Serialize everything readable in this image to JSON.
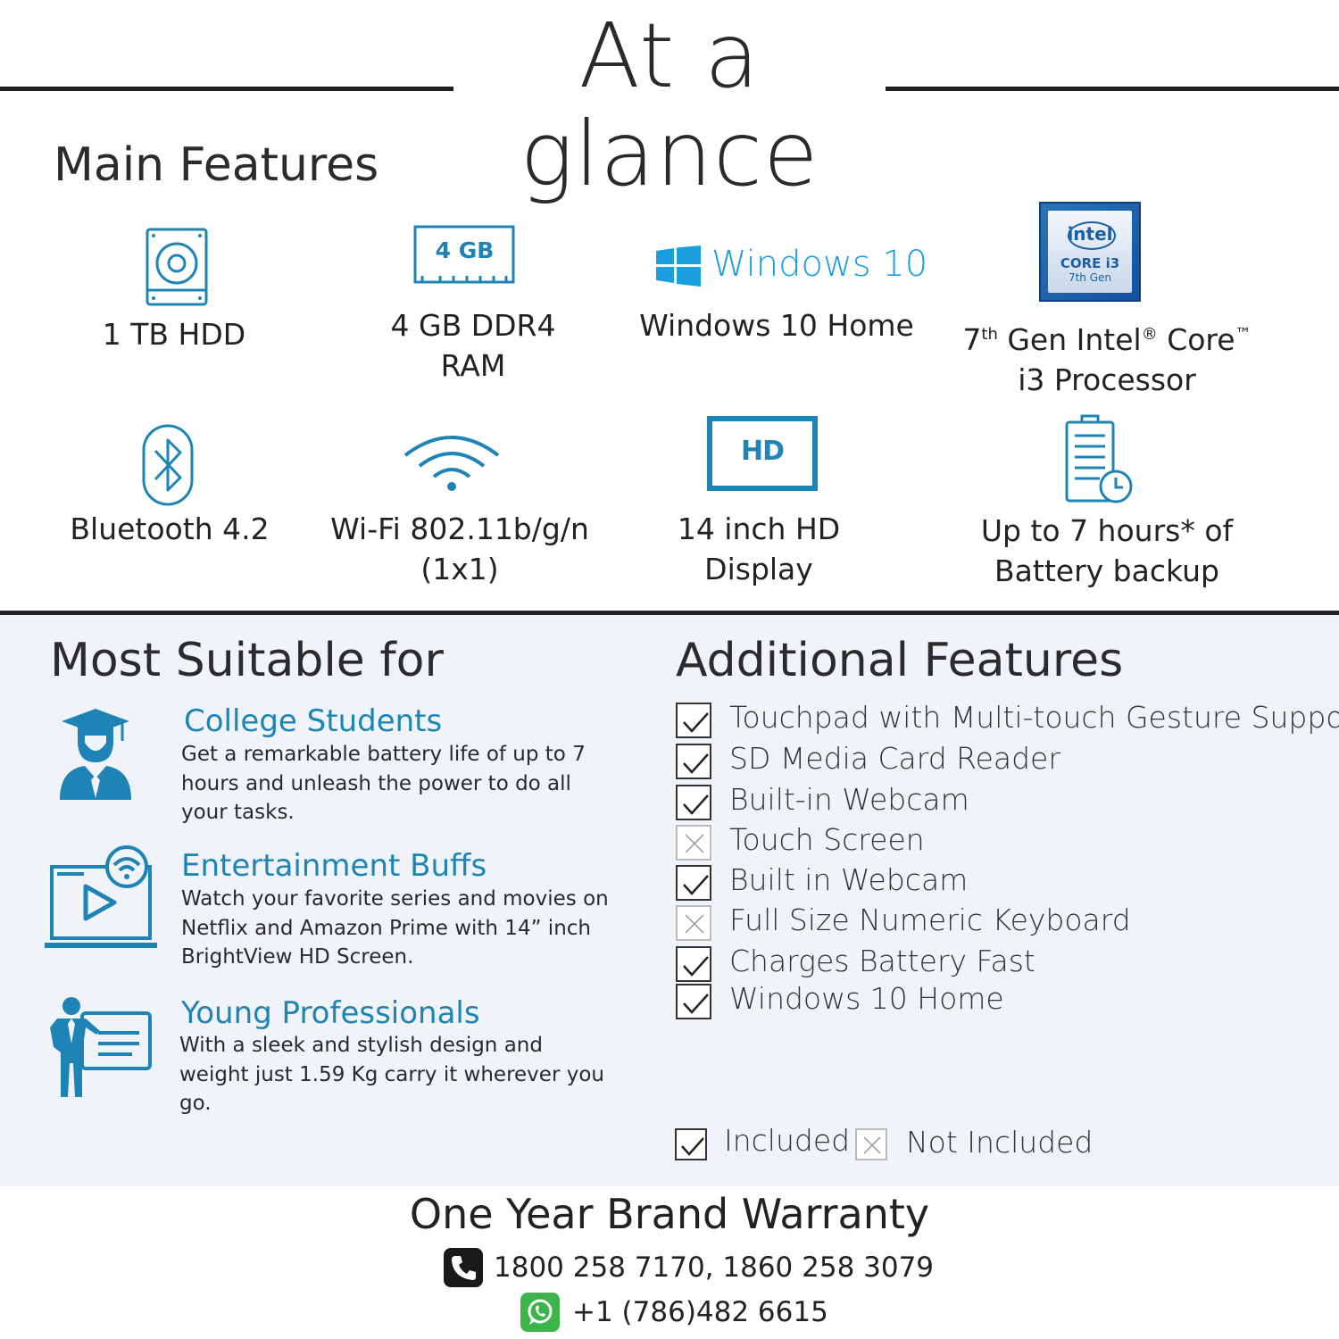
{
  "title": "At a glance",
  "main_features": {
    "heading": "Main Features",
    "hdd": {
      "icon": "hard-drive-icon",
      "label": "1 TB HDD"
    },
    "ram": {
      "icon": "memory-module-icon",
      "icon_text": "4 GB",
      "line1": "4 GB DDR4",
      "line2": "RAM"
    },
    "windows": {
      "icon": "windows-logo-icon",
      "logo_text": "Windows 10",
      "label": "Windows 10 Home"
    },
    "processor": {
      "icon": "intel-core-i3-badge",
      "badge_brand": "intel",
      "badge_line1": "CORE i3",
      "badge_line2": "7th Gen",
      "num": "7",
      "sup_th": "th",
      "gen_intel": " Gen Intel",
      "reg": "®",
      "core": " Core",
      "tm": "™",
      "line2": "i3 Processor"
    },
    "bluetooth": {
      "icon": "bluetooth-icon",
      "label": "Bluetooth 4.2"
    },
    "wifi": {
      "icon": "wifi-icon",
      "line1": "Wi-Fi 802.11b/g/n",
      "line2": "(1x1)"
    },
    "display": {
      "icon": "hd-display-icon",
      "icon_text": "HD",
      "line1": "14 inch HD",
      "line2": "Display"
    },
    "battery": {
      "icon": "battery-clock-icon",
      "line1": "Up to 7 hours* of",
      "line2": "Battery backup"
    }
  },
  "suitable": {
    "heading": "Most Suitable for",
    "items": [
      {
        "icon": "graduate-icon",
        "title": "College Students",
        "desc": "Get a remarkable battery life of up to 7 hours and unleash the power to do all your tasks."
      },
      {
        "icon": "laptop-play-icon",
        "title": "Entertainment Buffs",
        "desc": "Watch your favorite series and movies on Netflix and Amazon Prime with 14” inch BrightView HD Screen."
      },
      {
        "icon": "presenter-icon",
        "title": "Young Professionals",
        "desc": "With a sleek and stylish design and weight just 1.59 Kg carry it wherever you go."
      }
    ]
  },
  "additional": {
    "heading": "Additional Features",
    "items": [
      {
        "label": "Touchpad with Multi-touch Gesture Support",
        "included": true
      },
      {
        "label": "SD Media Card Reader",
        "included": true
      },
      {
        "label": "Built-in Webcam",
        "included": true
      },
      {
        "label": "Touch Screen",
        "included": false
      },
      {
        "label": "Built in Webcam",
        "included": true
      },
      {
        "label": "Full Size Numeric Keyboard",
        "included": false
      },
      {
        "label": "Charges Battery Fast",
        "included": true
      },
      {
        "label": "Windows 10 Home",
        "included": true
      }
    ],
    "legend_included": "Included",
    "legend_not_included": "Not Included"
  },
  "warranty": {
    "title": "One Year Brand Warranty",
    "phones": "1800 258 7170, 1860 258 3079",
    "whatsapp": "+1 (786)482 6615"
  },
  "colors": {
    "accent": "#1e84b5",
    "panel": "#f0f4f8",
    "windows_blue": "#1a9ee0",
    "whatsapp_green": "#3bb54a"
  }
}
